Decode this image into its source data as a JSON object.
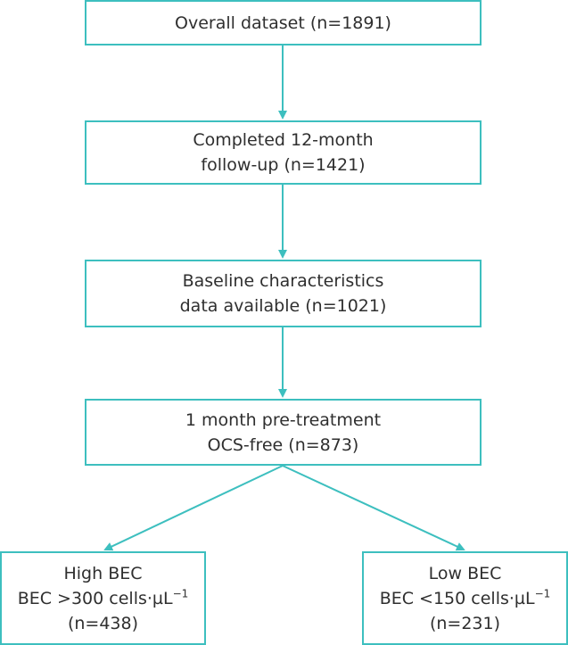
{
  "colors": {
    "accent": "#3dbfbf",
    "text": "#2f2f2f",
    "background": "#ffffff"
  },
  "flow": {
    "step1": {
      "line1": "Overall dataset (n=1891)"
    },
    "step2": {
      "line1": "Completed 12-month",
      "line2": "follow-up (n=1421)"
    },
    "step3": {
      "line1": "Baseline characteristics",
      "line2": "data available (n=1021)"
    },
    "step4": {
      "line1": "1 month pre-treatment",
      "line2": "OCS-free (n=873)"
    },
    "high_bec": {
      "line1": "High BEC",
      "line2": "BEC >300 cells·µL",
      "line2_sup": "−1",
      "line3": "(n=438)"
    },
    "low_bec": {
      "line1": "Low BEC",
      "line2": "BEC <150 cells·µL",
      "line2_sup": "−1",
      "line3": "(n=231)"
    }
  }
}
